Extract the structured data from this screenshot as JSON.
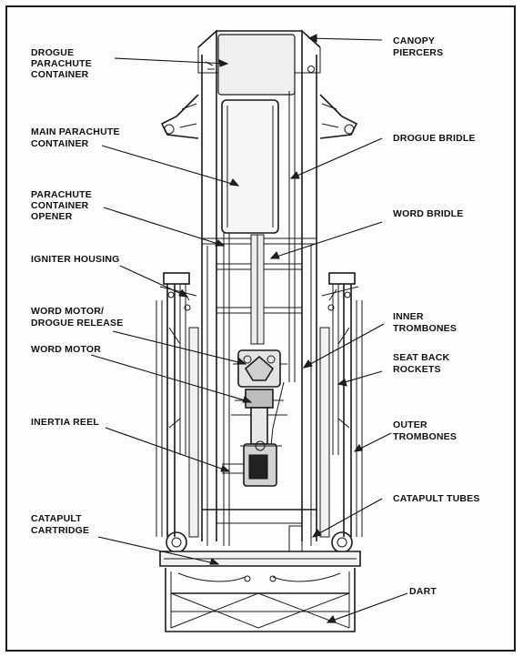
{
  "labels": {
    "drogue_parachute_container": [
      "DROGUE",
      "PARACHUTE",
      "CONTAINER"
    ],
    "canopy_piercers": [
      "CANOPY",
      "PIERCERS"
    ],
    "main_parachute_container": [
      "MAIN PARACHUTE",
      "CONTAINER"
    ],
    "drogue_bridle": [
      "DROGUE BRIDLE"
    ],
    "parachute_container_opener": [
      "PARACHUTE",
      "CONTAINER",
      "OPENER"
    ],
    "word_bridle": [
      "WORD BRIDLE"
    ],
    "igniter_housing": [
      "IGNITER HOUSING"
    ],
    "word_motor_drogue_release": [
      "WORD MOTOR/",
      "DROGUE RELEASE"
    ],
    "inner_trombones": [
      "INNER",
      "TROMBONES"
    ],
    "word_motor": [
      "WORD MOTOR"
    ],
    "seat_back_rockets": [
      "SEAT BACK",
      "ROCKETS"
    ],
    "inertia_reel": [
      "INERTIA REEL"
    ],
    "outer_trombones": [
      "OUTER",
      "TROMBONES"
    ],
    "catapult_tubes": [
      "CATAPULT TUBES"
    ],
    "catapult_cartridge": [
      "CATAPULT",
      "CARTRIDGE"
    ],
    "dart": [
      "DART"
    ]
  }
}
